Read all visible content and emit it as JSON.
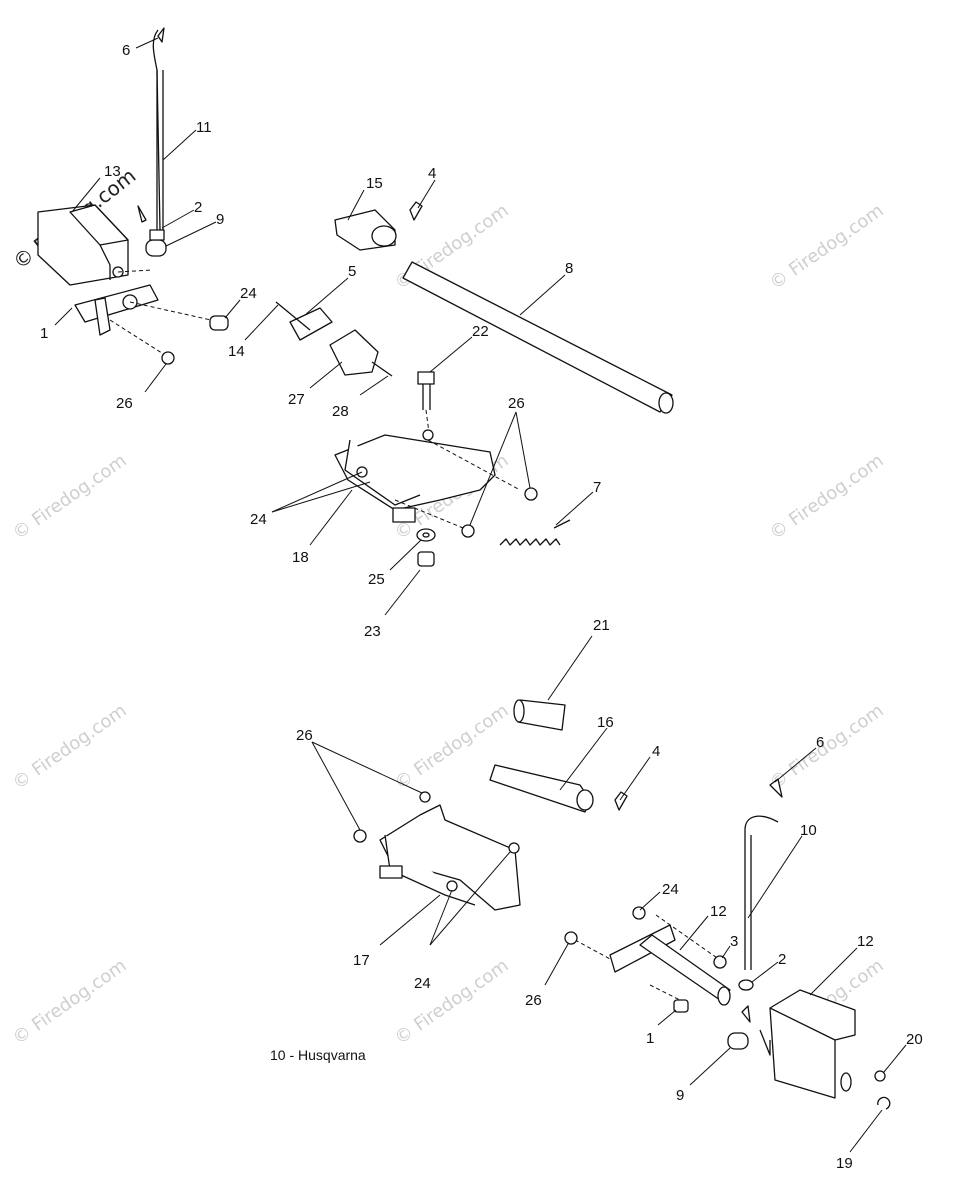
{
  "watermark": "© Firedog.com",
  "note": "10 - Husqvarna",
  "callouts": [
    "6",
    "11",
    "13",
    "2",
    "9",
    "1",
    "24",
    "26",
    "15",
    "4",
    "8",
    "5",
    "14",
    "27",
    "28",
    "22",
    "26",
    "24",
    "18",
    "7",
    "25",
    "23",
    "21",
    "26",
    "16",
    "4",
    "6",
    "10",
    "17",
    "24",
    "24",
    "12",
    "3",
    "2",
    "12",
    "26",
    "1",
    "9",
    "20",
    "19"
  ]
}
